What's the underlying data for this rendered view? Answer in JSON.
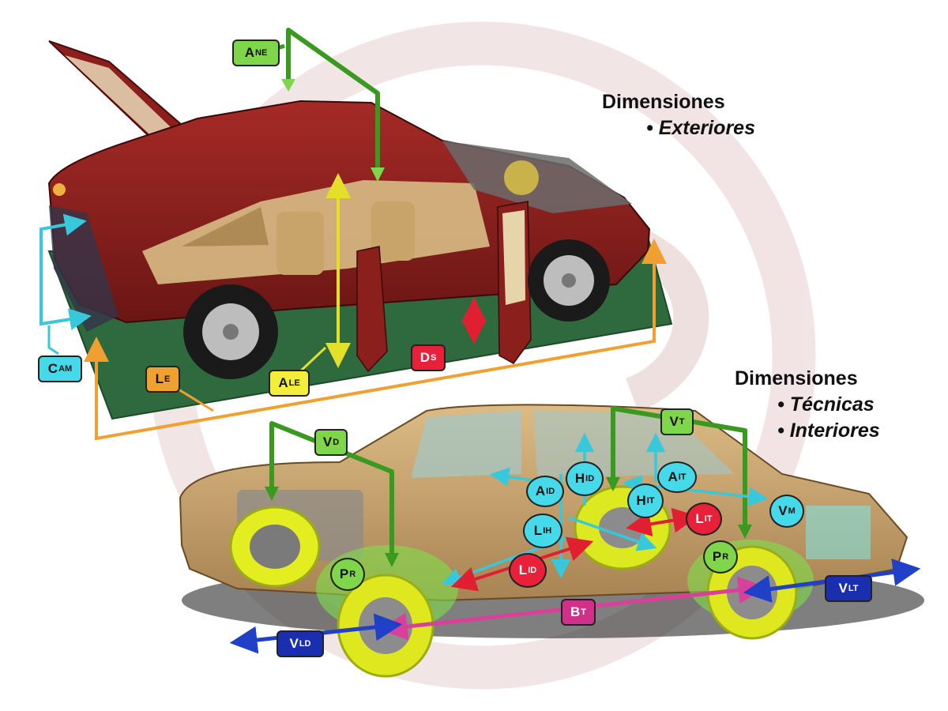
{
  "headings": {
    "exterior": {
      "title": "Dimensiones",
      "item": "• Exteriores"
    },
    "technical": {
      "title": "Dimensiones",
      "items": [
        "• Técnicas",
        "• Interiores"
      ]
    }
  },
  "labels": {
    "a_ne": {
      "main": "A",
      "sub": "NE"
    },
    "c_am": {
      "main": "C",
      "sub": "AM"
    },
    "l_e": {
      "main": "L",
      "sub": "E"
    },
    "a_le": {
      "main": "A",
      "sub": "LE"
    },
    "d_s": {
      "main": "D",
      "sub": "S"
    },
    "v_d": {
      "main": "V",
      "sub": "D"
    },
    "v_t": {
      "main": "V",
      "sub": "T"
    },
    "a_id": {
      "main": "A",
      "sub": "ID"
    },
    "h_id": {
      "main": "H",
      "sub": "ID"
    },
    "a_it": {
      "main": "A",
      "sub": "IT"
    },
    "h_it": {
      "main": "H",
      "sub": "IT"
    },
    "l_it": {
      "main": "L",
      "sub": "IT"
    },
    "v_m": {
      "main": "V",
      "sub": "M"
    },
    "l_ih": {
      "main": "L",
      "sub": "IH"
    },
    "l_id": {
      "main": "L",
      "sub": "ID"
    },
    "p_r_front": {
      "main": "P",
      "sub": "R"
    },
    "p_r_rear": {
      "main": "P",
      "sub": "R"
    },
    "b_t": {
      "main": "B",
      "sub": "T"
    },
    "v_lt": {
      "main": "V",
      "sub": "LT"
    },
    "v_ld": {
      "main": "V",
      "sub": "LD"
    }
  },
  "colors": {
    "green_label": "#7fd64a",
    "cyan_label": "#45d9ea",
    "orange_label": "#f0a030",
    "yellow_label": "#f3ee3a",
    "red_label": "#e8203a",
    "magenta_label": "#d0308a",
    "blue_label": "#1a2fb0",
    "car_top_body": "#8a1e1c",
    "car_bottom_body": "#c9a36a",
    "platform": "#2f6a3e",
    "watermark": "#d8b9b9"
  }
}
